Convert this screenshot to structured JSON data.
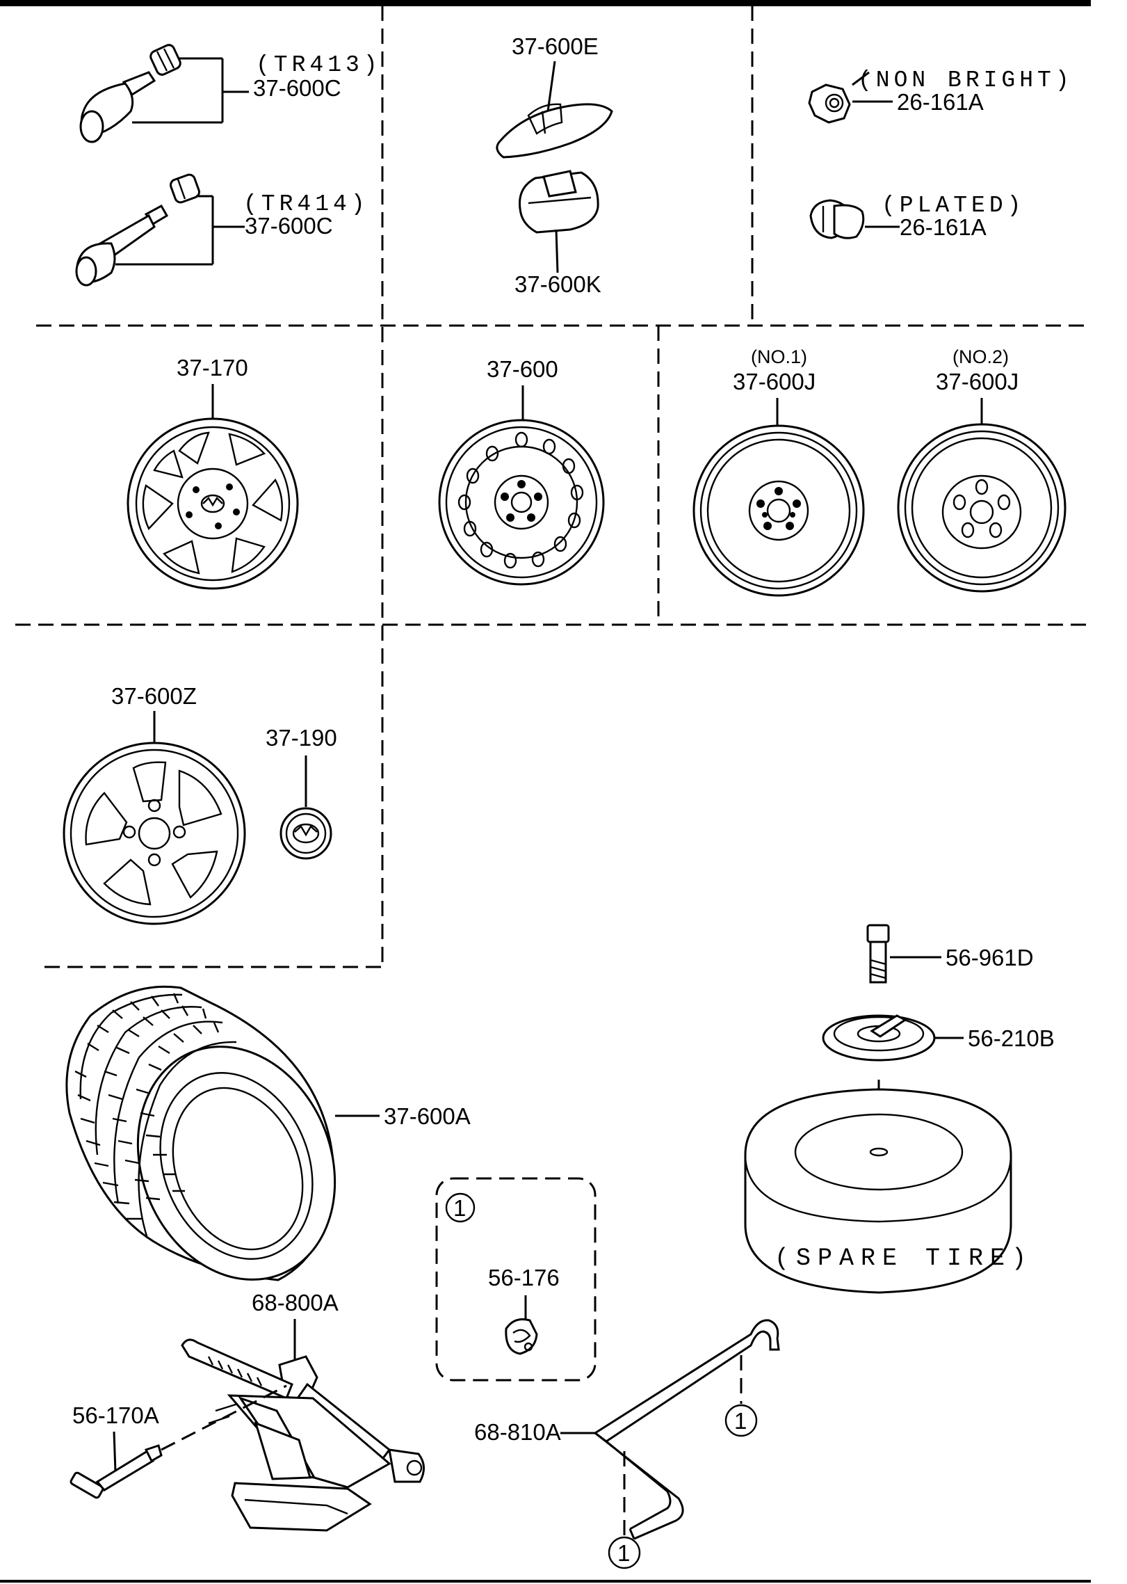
{
  "labels": {
    "tr413": "(TR413)",
    "valve_1": "37-600C",
    "tr414": "(TR414)",
    "valve_2": "37-600C",
    "weight_e": "37-600E",
    "weight_k": "37-600K",
    "non_bright": "(NON BRIGHT)",
    "nut_1": "26-161A",
    "plated": "(PLATED)",
    "nut_2": "26-161A",
    "wheel_170": "37-170",
    "wheel_600": "37-600",
    "no1": "(NO.1)",
    "wheel_600j_1": "37-600J",
    "no2": "(NO.2)",
    "wheel_600j_2": "37-600J",
    "wheel_600z": "37-600Z",
    "cap_190": "37-190",
    "bolt_961d": "56-961D",
    "plate_210b": "56-210B",
    "tire_600a": "37-600A",
    "spare_tire": "(SPARE TIRE)",
    "callout_box_num": "1",
    "clip_176": "56-176",
    "jack_800a": "68-800A",
    "handle_170a": "56-170A",
    "handle_810a": "68-810A",
    "callout_1a": "1",
    "callout_1b": "1"
  },
  "icons": {
    "logo": "mazda-logo-icon"
  }
}
